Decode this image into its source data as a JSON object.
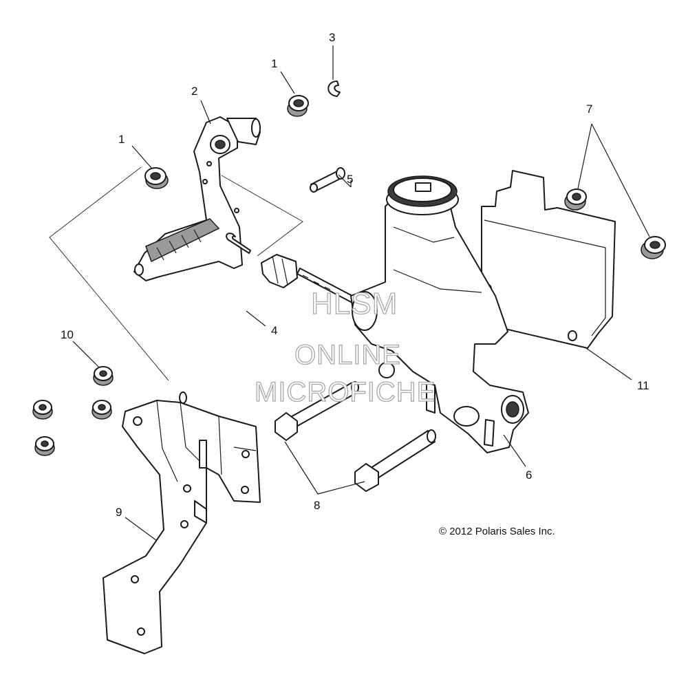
{
  "callouts": {
    "c1a": "1",
    "c1b": "1",
    "c2": "2",
    "c3": "3",
    "c4": "4",
    "c5": "5",
    "c6": "6",
    "c7": "7",
    "c8": "8",
    "c9": "9",
    "c10": "10",
    "c11": "11"
  },
  "copyright": "© 2012 Polaris Sales Inc.",
  "watermark": {
    "line1": "HLSM",
    "line2": "ONLINE",
    "line3": "MICROFICHE"
  }
}
